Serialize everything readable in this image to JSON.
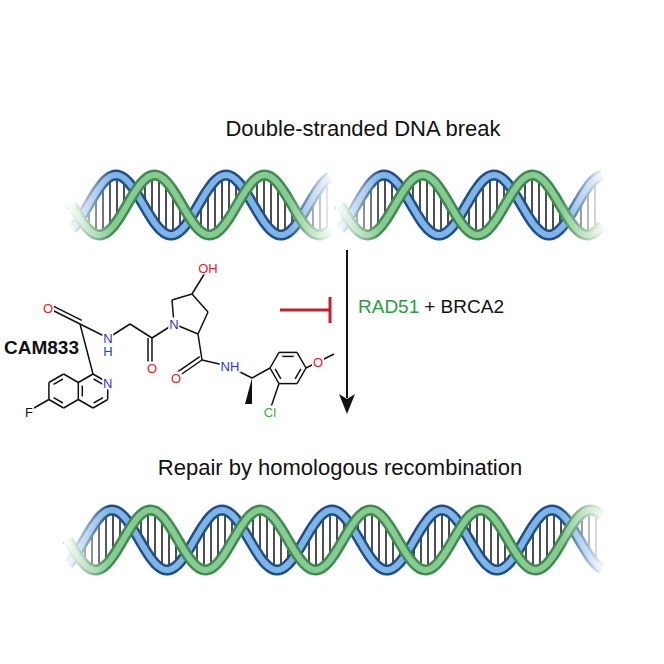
{
  "diagram": {
    "title": "Double-stranded DNA break",
    "labels": [
      "CAM833",
      "RAD51",
      "+ BRCA2",
      "Repair by homologous recombination",
      "OH",
      "O",
      "N",
      "H",
      "O",
      "N",
      "O",
      "NH",
      "O",
      "Cl",
      "N",
      "F"
    ]
  }
}
